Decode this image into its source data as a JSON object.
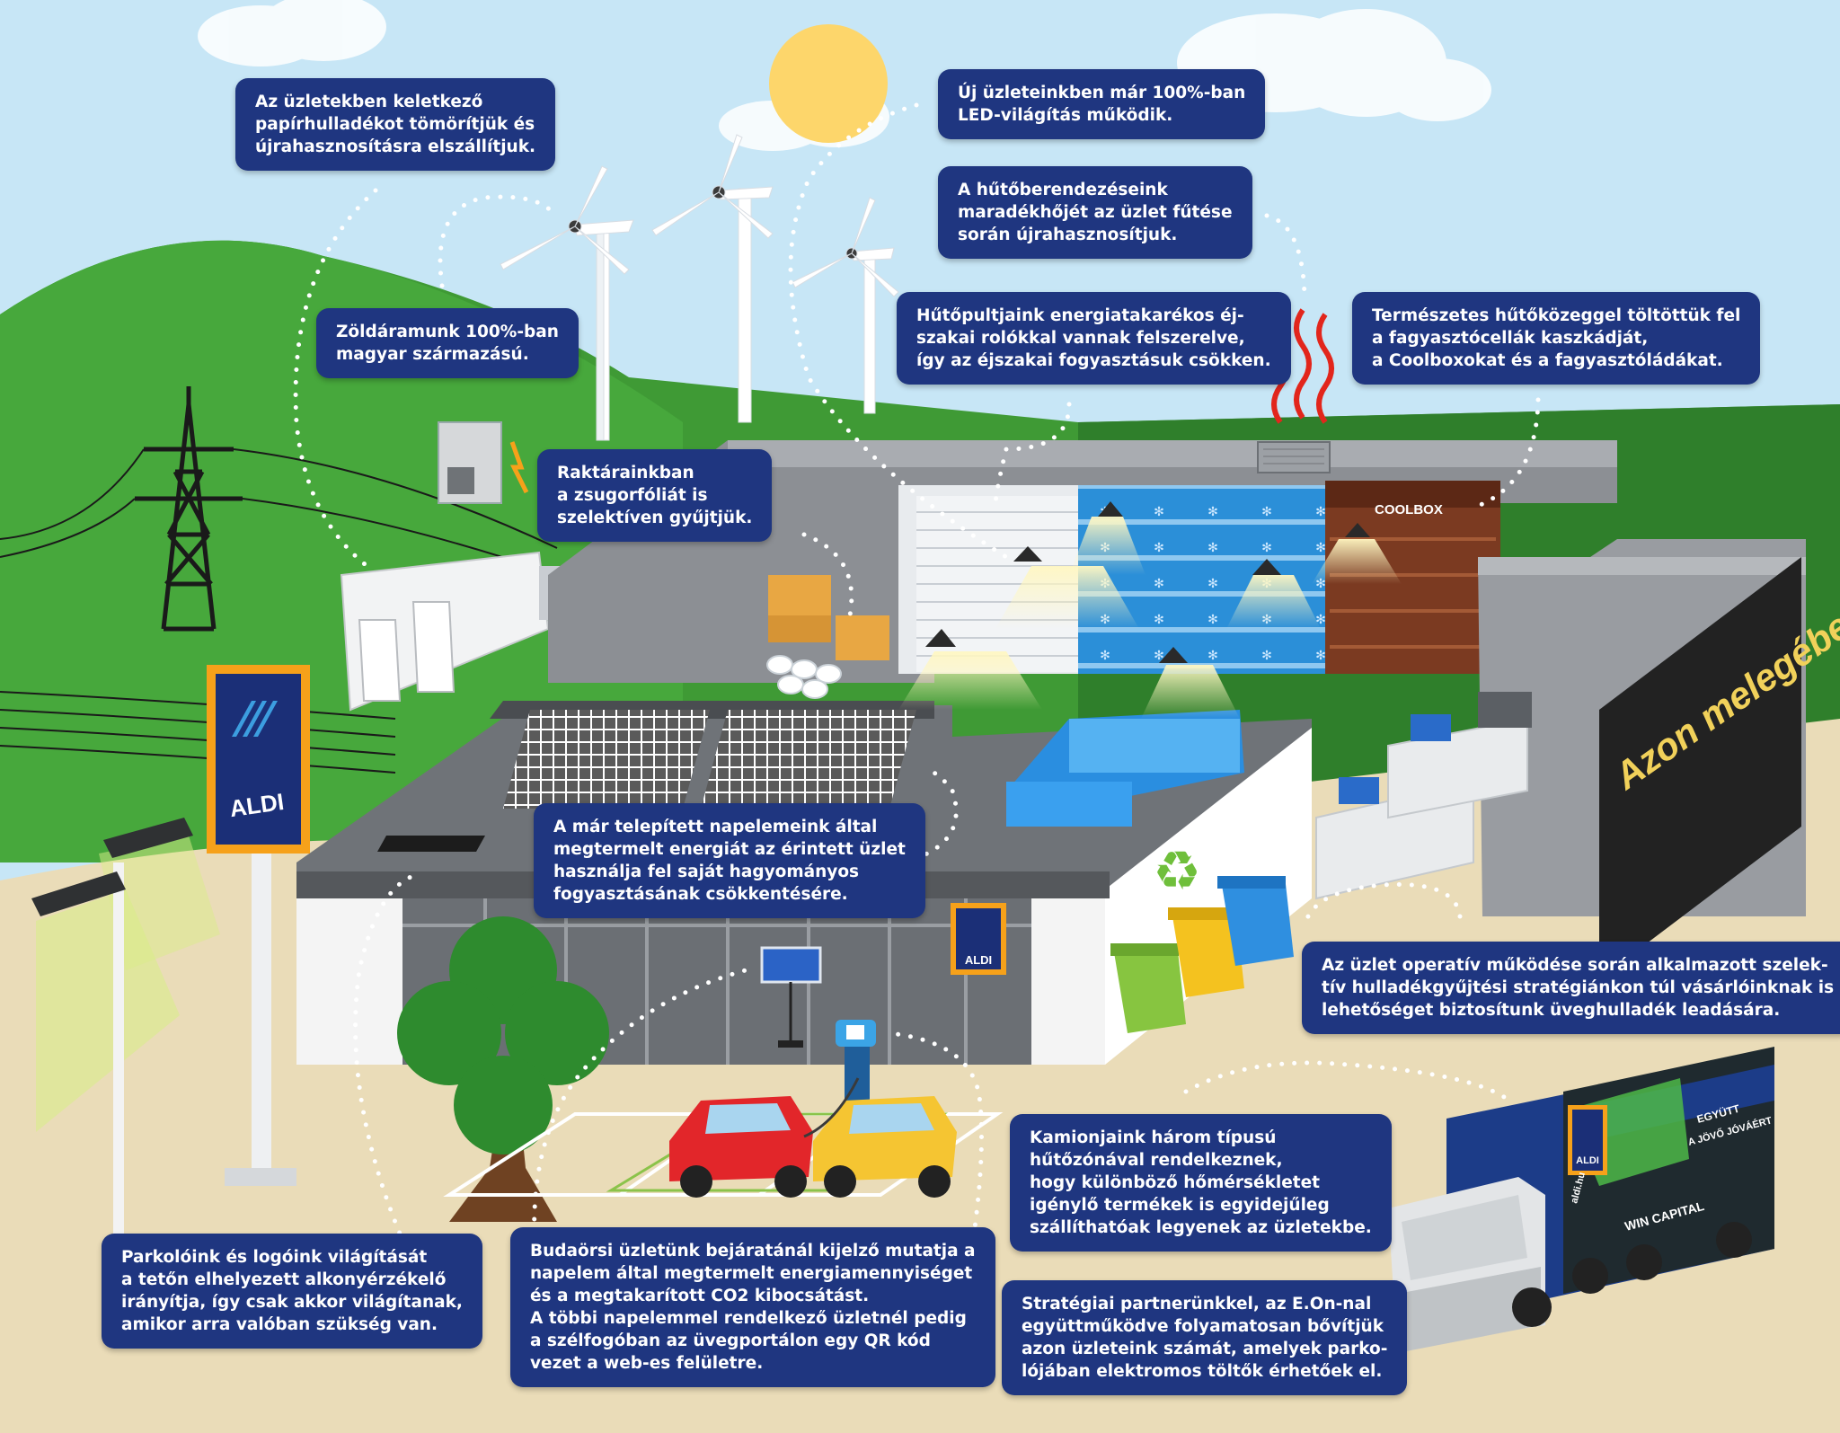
{
  "colors": {
    "sky": "#c7e6f6",
    "hill": "#3f9a35",
    "ground": "#eadcb8",
    "callout": "#1f3680",
    "aldi_blue": "#1b2f77",
    "aldi_orange": "#f6a11a",
    "sun": "#fdd66b"
  },
  "callouts": [
    {
      "id": "paper",
      "lines": [
        "Az üzletekben keletkező",
        "papírhulladékot tömörítjük és",
        "újrahasznosításra elszállítjuk."
      ]
    },
    {
      "id": "green",
      "lines": [
        "Zöldáramunk 100%-ban",
        "magyar származású."
      ]
    },
    {
      "id": "led",
      "lines": [
        "Új üzleteinkben már 100%-ban",
        "LED-világítás működik."
      ]
    },
    {
      "id": "heat",
      "lines": [
        "A hűtőberendezéseink",
        "maradékhőjét az üzlet fűtése",
        "során újrahasznosítjuk."
      ]
    },
    {
      "id": "blinds",
      "lines": [
        "Hűtőpultjaink energiatakarékos éj-",
        "szakai rolókkal vannak felszerelve,",
        "így az éjszakai fogyasztásuk csökken."
      ]
    },
    {
      "id": "coolant",
      "lines": [
        "Természetes hűtőközeggel töltöttük fel",
        "a fagyasztócellák kaszkádját,",
        "a Coolboxokat és a fagyasztóládákat."
      ]
    },
    {
      "id": "shrink",
      "lines": [
        "Raktárainkban",
        "a zsugorfóliát is",
        "szelektíven gyűjtjük."
      ]
    },
    {
      "id": "solar",
      "lines": [
        "A már telepített napelemeink által",
        "megtermelt energiát az érintett üzlet",
        "használja fel saját hagyományos",
        "fogyasztásának csökkentésére."
      ]
    },
    {
      "id": "glass",
      "lines": [
        "Az üzlet operatív működése során alkalmazott szelek-",
        "tív hulladékgyűjtési stratégiánkon túl vásárlóinknak is",
        "lehetőséget biztosítunk üveghulladék leadására."
      ]
    },
    {
      "id": "trucks",
      "lines": [
        "Kamionjaink három típusú",
        "hűtőzónával rendelkeznek,",
        "hogy különböző hőmérsékletet",
        "igénylő termékek is egyidejűleg",
        "szállíthatóak legyenek az üzletekbe."
      ]
    },
    {
      "id": "parking",
      "lines": [
        "Parkolóink és logóink világítását",
        "a tetőn elhelyezett alkonyérzékelő",
        "irányítja, így csak akkor világítanak,",
        "amikor arra valóban szükség van."
      ]
    },
    {
      "id": "budaors",
      "lines": [
        "Budaörsi üzletünk bejáratánál kijelző mutatja a",
        "napelem által megtermelt energiamennyiséget",
        "és a megtakarított CO2 kibocsátást.",
        "A többi napelemmel rendelkező üzletnél pedig",
        "a szélfogóban az üvegportálon egy QR kód",
        "vezet a web-es felületre."
      ]
    },
    {
      "id": "eon",
      "lines": [
        "Stratégiai partnerünkkel, az E.On-nal",
        "együttműködve folyamatosan bővítjük",
        "azon üzleteink számát, amelyek parko-",
        "lójában elektromos töltők érhetőek el."
      ]
    }
  ],
  "labels": {
    "brand": "ALDI",
    "coolbox": "COOLBOX",
    "slogan": "Azon melegében",
    "truck_slogan_1": "WIN CAPITAL",
    "truck_slogan_2": "EGYÜTT",
    "truck_slogan_3": "A JÖVŐ JÓVÁÉRT",
    "truck_brand_small": "aldi.hu"
  },
  "icons": [
    "sun-icon",
    "wind-turbine-icon",
    "power-pylon-icon",
    "recycling-bin-icon",
    "ev-charger-icon",
    "solar-panel-icon",
    "street-lamp-icon",
    "heat-waves-icon",
    "snowflake-icon",
    "tree-icon"
  ]
}
